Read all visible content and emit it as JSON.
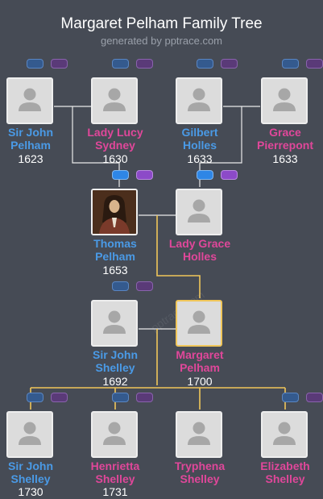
{
  "header": {
    "title": "Margaret Pelham Family Tree",
    "subtitle": "generated by pptrace.com"
  },
  "watermark": "pptrace.com",
  "colors": {
    "background": "#464b55",
    "male": "#4a9ae6",
    "female": "#e0479a",
    "line": "#e9e9e9",
    "highlight_line": "#f0c65a"
  },
  "people": {
    "john_pelham_sr": {
      "line1": "Sir John",
      "line2": "Pelham",
      "year": "1623",
      "gender": "male"
    },
    "lucy_sydney": {
      "line1": "Lady Lucy",
      "line2": "Sydney",
      "year": "1630",
      "gender": "female"
    },
    "gilbert_holles": {
      "line1": "Gilbert",
      "line2": "Holles",
      "year": "1633",
      "gender": "male"
    },
    "grace_pierrepont": {
      "line1": "Grace",
      "line2": "Pierrepont",
      "year": "1633",
      "gender": "female"
    },
    "thomas_pelham": {
      "line1": "Thomas",
      "line2": "Pelham",
      "year": "1653",
      "gender": "male",
      "portrait": "painted-portrait"
    },
    "grace_holles": {
      "line1": "Lady Grace",
      "line2": "Holles",
      "year": "",
      "gender": "female"
    },
    "john_shelley": {
      "line1": "Sir John",
      "line2": "Shelley",
      "year": "1692",
      "gender": "male"
    },
    "margaret_pelham": {
      "line1": "Margaret",
      "line2": "Pelham",
      "year": "1700",
      "gender": "female",
      "selected": true
    },
    "john_shelley_jr": {
      "line1": "Sir John",
      "line2": "Shelley",
      "year": "1730",
      "gender": "male"
    },
    "henrietta_shelley": {
      "line1": "Henrietta",
      "line2": "Shelley",
      "year": "1731",
      "gender": "female"
    },
    "tryphena_shelley": {
      "line1": "Tryphena",
      "line2": "Shelley",
      "year": "",
      "gender": "female"
    },
    "elizabeth_shelley": {
      "line1": "Elizabeth",
      "line2": "Shelley",
      "year": "",
      "gender": "female"
    }
  }
}
